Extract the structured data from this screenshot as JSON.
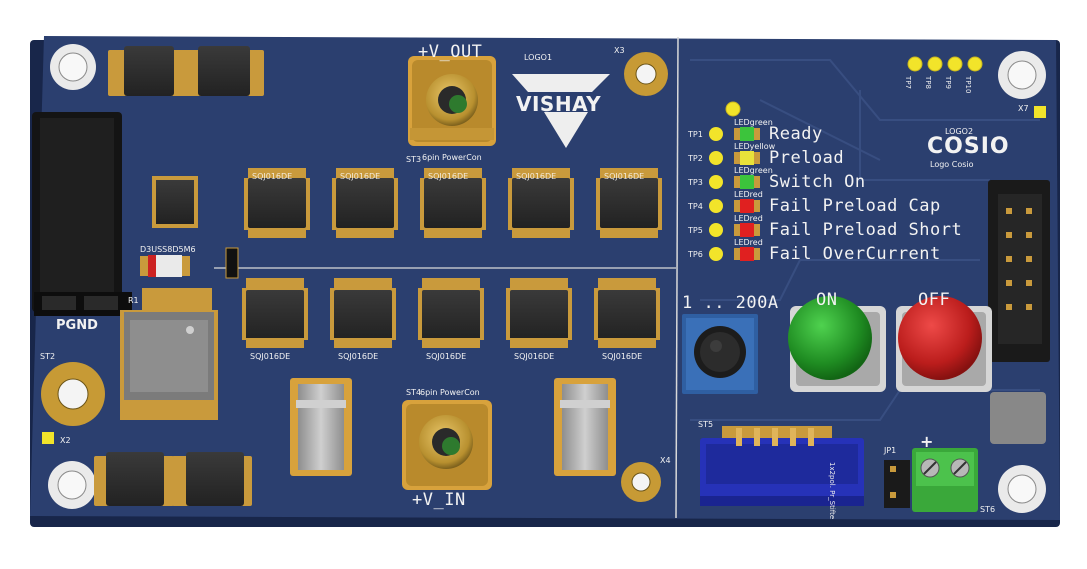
{
  "board": {
    "colors": {
      "pcb": "#2b3f6f",
      "pcb_edge": "#1e2d52",
      "gold": "#c89a3c",
      "silk": "#f0f0f0"
    },
    "labels": {
      "v_out": "+V_OUT",
      "v_in": "+V_IN",
      "pgnd": "PGND",
      "vishay": "VISHAY",
      "logo1": "LOGO1",
      "logo2": "LOGO2",
      "cosio": "COSIO",
      "logo_cosio": "Logo Cosio",
      "st2": "ST2",
      "st3": "ST3",
      "st4": "ST4",
      "st5": "ST5",
      "st6": "ST6",
      "powercon_out": "6pin PowerCon",
      "powercon_in": "6pin PowerCon",
      "x2": "X2",
      "x3": "X3",
      "x4": "X4",
      "x7": "X7",
      "r1": "R1",
      "d3": "D3USS8D5M6",
      "jp1": "JP1",
      "jp1_desc": "1x2pol. Pr_Stifte",
      "range": "1 .. 200A",
      "on": "ON",
      "off": "OFF",
      "plus": "+",
      "mosfet_top": [
        "SQJ016DE",
        "SQJ016DE",
        "SQJ016DE",
        "SQJ016DE",
        "SQJ016DE"
      ],
      "mosfet_bottom": [
        "SQJ016DE",
        "SQJ016DE",
        "SQJ016DE",
        "SQJ016DE",
        "SQJ016DE"
      ]
    },
    "leds": [
      {
        "label": "Ready",
        "ref": "LEDgreen",
        "tp": "TP1",
        "color": "#3cc43c"
      },
      {
        "label": "Preload",
        "ref": "LEDyellow",
        "tp": "TP2",
        "color": "#e8e23a"
      },
      {
        "label": "Switch On",
        "ref": "LEDgreen",
        "tp": "TP3",
        "color": "#3cc43c"
      },
      {
        "label": "Fail Preload Cap",
        "ref": "LEDred",
        "tp": "TP4",
        "color": "#e02020"
      },
      {
        "label": "Fail Preload Short",
        "ref": "LEDred",
        "tp": "TP5",
        "color": "#e02020"
      },
      {
        "label": "Fail OverCurrent",
        "ref": "LEDred",
        "tp": "TP6",
        "color": "#e02020"
      }
    ],
    "top_testpoints": [
      "TP7",
      "TP8",
      "TP9",
      "TP10"
    ]
  }
}
